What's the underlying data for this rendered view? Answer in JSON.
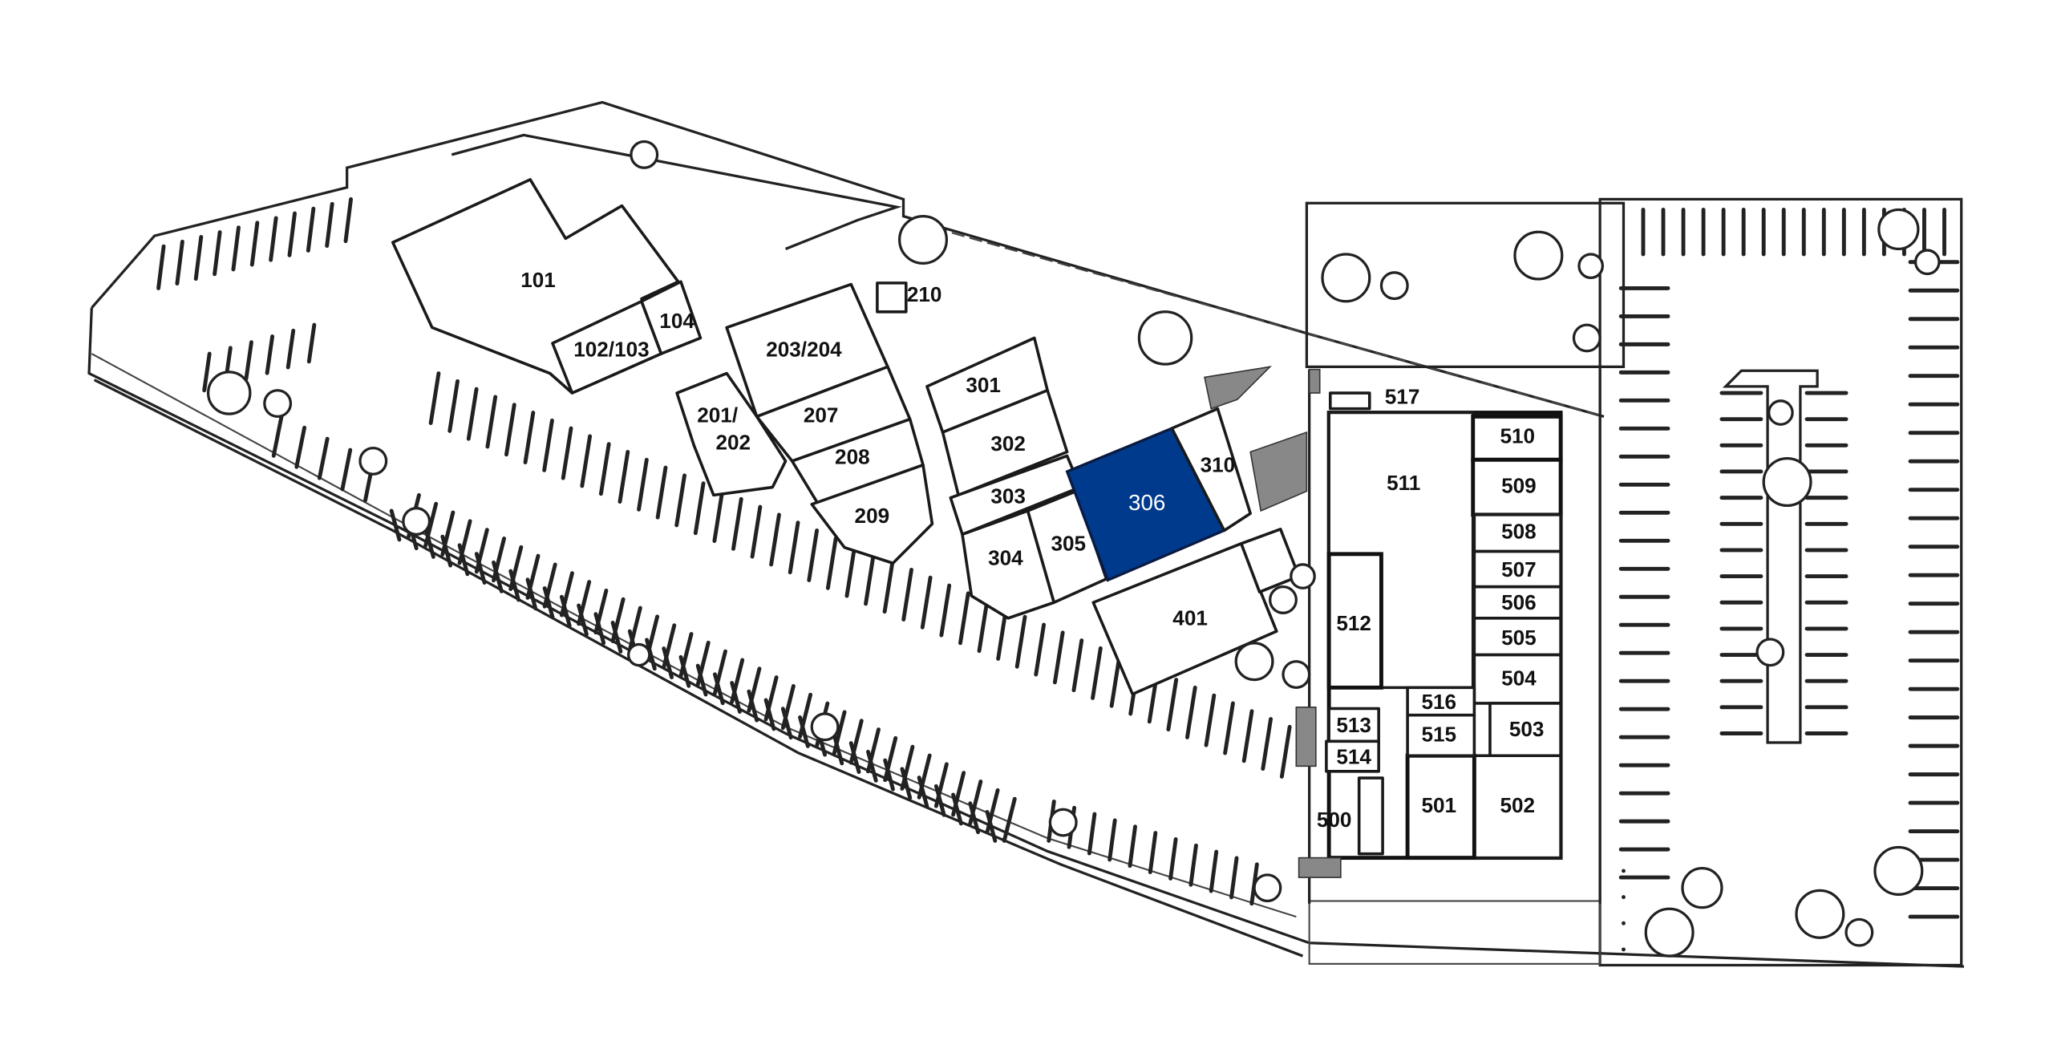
{
  "map": {
    "selected_unit": "306",
    "selected_color": "#003a8c",
    "units": {
      "u101": "101",
      "u102_103": "102/103",
      "u104": "104",
      "u201_202": "201/\n202",
      "u203_204": "203/204",
      "u207": "207",
      "u208": "208",
      "u209": "209",
      "u210": "210",
      "u301": "301",
      "u302": "302",
      "u303": "303",
      "u304": "304",
      "u305": "305",
      "u306": "306",
      "u310": "310",
      "u401": "401",
      "u500": "500",
      "u501": "501",
      "u502": "502",
      "u503": "503",
      "u504": "504",
      "u505": "505",
      "u506": "506",
      "u507": "507",
      "u508": "508",
      "u509": "509",
      "u510": "510",
      "u511": "511",
      "u512": "512",
      "u513": "513",
      "u514": "514",
      "u515": "515",
      "u516": "516",
      "u517": "517"
    },
    "u201_line1": "201/",
    "u201_line2": "202"
  }
}
